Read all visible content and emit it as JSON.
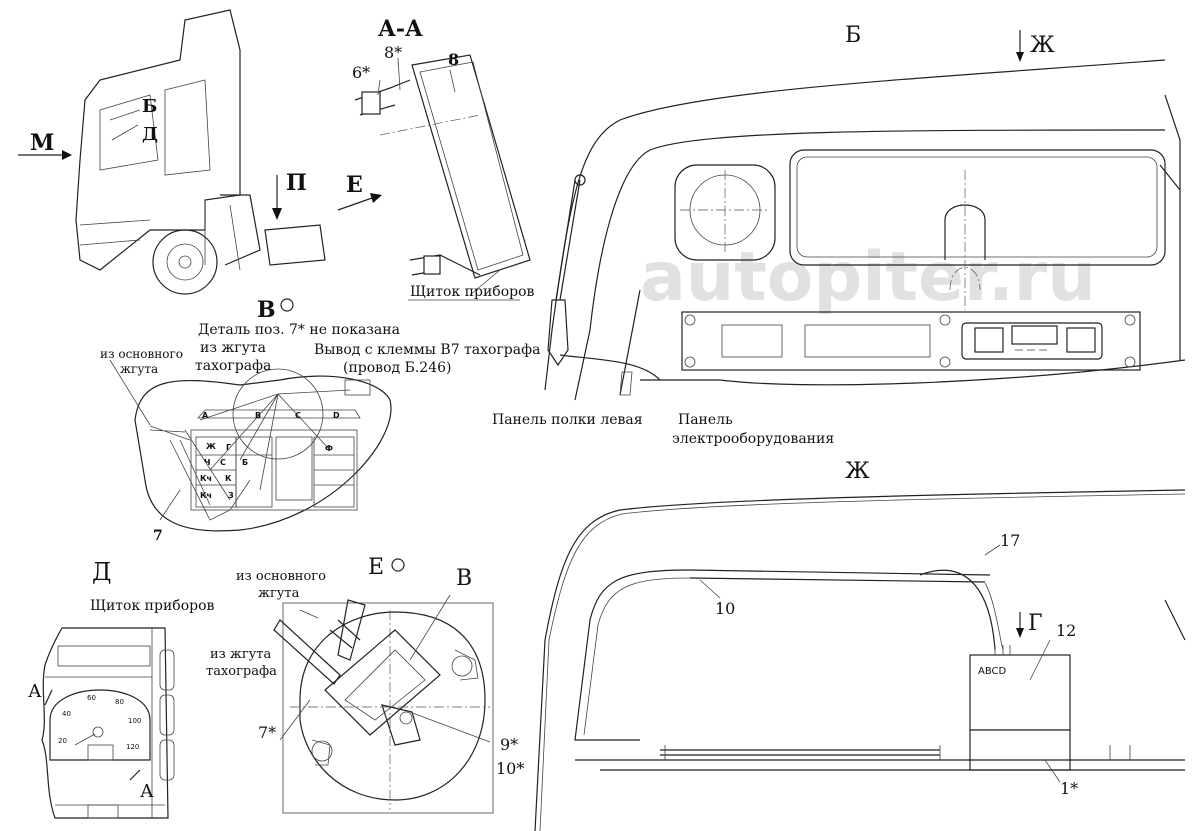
{
  "watermark": "autopiter.ru",
  "truck_view": {
    "arrow_m": "М",
    "arrow_p": "П",
    "mark_b": "Б",
    "mark_d": "Д"
  },
  "section_aa": {
    "title": "А-А",
    "pos_6": "6*",
    "pos_8s": "8*",
    "pos_8": "8",
    "arrow_e": "Е",
    "caption": "Щиток приборов"
  },
  "view_b": {
    "title": "Б",
    "arrow_zh": "Ж",
    "panel_left": "Панель полки левая",
    "panel_electric_1": "Панель",
    "panel_electric_2": "электрооборудования"
  },
  "view_v": {
    "title": "В",
    "note": "Деталь поз. 7* не показана",
    "main_harness_1": "из основного",
    "main_harness_2": "жгута",
    "tacho_harness_1": "из жгута",
    "tacho_harness_2": "тахографа",
    "terminal_1": "Вывод с клеммы В7 тахографа",
    "terminal_2": "(провод Б.246)",
    "connectors": [
      "A",
      "B",
      "C",
      "D"
    ],
    "sockets": [
      "Ж",
      "Г",
      "Ч",
      "С",
      "Б",
      "Кч",
      "К",
      "Кч",
      "З",
      "Ф"
    ],
    "pos_7": "7"
  },
  "view_zh": {
    "title": "Ж",
    "pos_17": "17",
    "pos_10": "10",
    "arrow_g": "Г",
    "pos_12": "12",
    "connector_label": "ABCD",
    "pos_1": "1*"
  },
  "view_d": {
    "title": "Д",
    "caption": "Щиток приборов",
    "section_a1": "А",
    "section_a2": "А",
    "speed_ticks": [
      "20",
      "40",
      "60",
      "80",
      "100",
      "120"
    ]
  },
  "view_e": {
    "title": "Е",
    "main_harness_1": "из основного",
    "main_harness_2": "жгута",
    "tacho_harness_1": "из жгута",
    "tacho_harness_2": "тахографа",
    "mark_v": "В",
    "pos_7": "7*",
    "pos_9": "9*",
    "pos_10": "10*"
  }
}
